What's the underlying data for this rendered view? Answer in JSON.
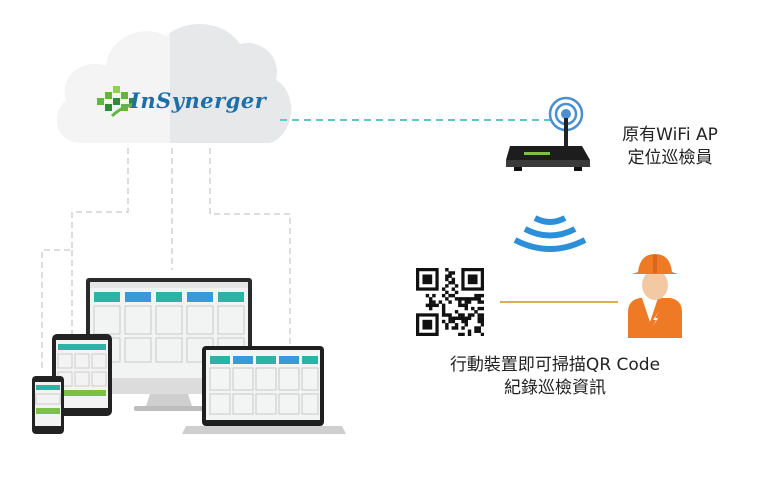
{
  "cloud": {
    "brand": "InSynerger"
  },
  "ap": {
    "line1": "原有WiFi AP",
    "line2": "定位巡檢員"
  },
  "qr": {
    "line1": "行動裝置即可掃描QR Code",
    "line2": "紀錄巡檢資訊"
  },
  "colors": {
    "cloud_left": "#f4f4f5",
    "cloud_right": "#e7e8ea",
    "link_dash": "#5ec6cf",
    "wifi_blue": "#2d8fd8",
    "link_gold": "#d8b24a",
    "worker_orange": "#ef7a25",
    "brand_green": "#62b545",
    "brand_blue": "#1c6fa8",
    "device_frame": "#333333"
  },
  "icons": [
    "cloud-icon",
    "router-icon",
    "wifi-signal-icon",
    "qr-code-icon",
    "worker-icon",
    "desktop-icon",
    "laptop-icon",
    "tablet-icon",
    "phone-icon"
  ]
}
